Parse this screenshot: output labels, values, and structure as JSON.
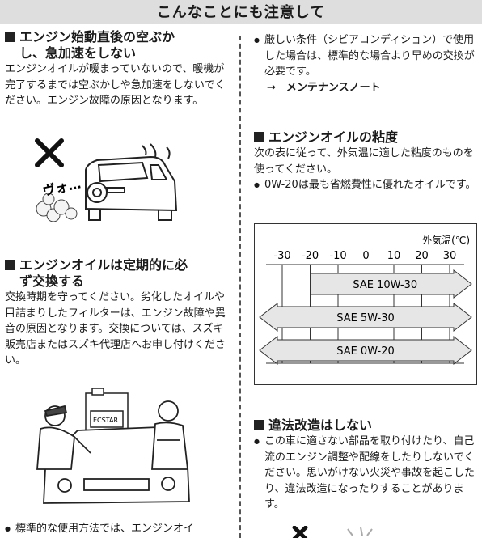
{
  "banner": "こんなことにも注意して",
  "left": {
    "s1_title_1": "エンジン始動直後の空ぶか",
    "s1_title_2": "し、急加速をしない",
    "s1_body": "エンジンオイルが暖まっていないので、暖機が完了するまでは空ぶかしや急加速をしないでください。エンジン故障の原因となります。",
    "s1_sound": "ヴォ…",
    "s2_title_1": "エンジンオイルは定期的に必",
    "s2_title_2": "ず交換する",
    "s2_body": "交換時期を守ってください。劣化したオイルや目詰まりしたフィルターは、エンジン故障や異音の原因となります。交換については、スズキ販売店またはスズキ代理店へお申し付けください。",
    "can_label": "ECSTAR",
    "bottom_bullet": "標準的な使用方法では、エンジンオイ"
  },
  "right": {
    "severe_bullet": "厳しい条件（シビアコンディション）で使用した場合は、標準的な場合より早めの交換が必要です。",
    "severe_ref": "→　メンテナンスノート",
    "s3_title": "エンジンオイルの粘度",
    "s3_body": "次の表に従って、外気温に適した粘度のものを使ってください。",
    "s3_bullet": "0W-20は最も省燃費性に優れたオイルです。",
    "s4_title": "違法改造はしない",
    "s4_bullet": "この車に適さない部品を取り付けたり、自己流のエンジン調整や配線をしたりしないでください。思いがけない火災や事故を起こしたり、違法改造になったりすることがあります。"
  },
  "viscosity_table": {
    "unit_label": "外気温(℃)",
    "temps": [
      "-30",
      "-20",
      "-10",
      "0",
      "10",
      "20",
      "30"
    ],
    "grades": [
      {
        "name": "SAE 10W-30",
        "from": "-20",
        "to": "30+"
      },
      {
        "name": "SAE 5W-30",
        "from": "-30-",
        "to": "30+"
      },
      {
        "name": "SAE 0W-20",
        "from": "-30-",
        "to": "30+"
      }
    ]
  }
}
